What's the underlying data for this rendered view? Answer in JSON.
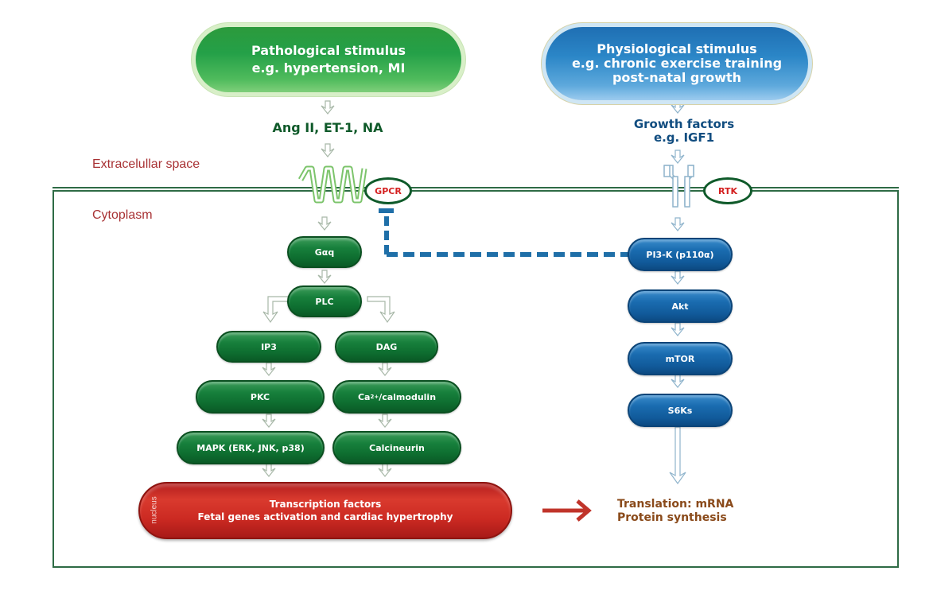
{
  "regions": {
    "extracellular": "Extracelullar space",
    "cytoplasm": "Cytoplasm"
  },
  "pathological": {
    "stimulus_line1": "Pathological stimulus",
    "stimulus_line2": "e.g. hypertension, MI",
    "ligands": "Ang II, ET-1, NA",
    "receptor": "GPCR",
    "nodes": {
      "gaq": "Gαq",
      "plc": "PLC",
      "ip3": "IP3",
      "dag": "DAG",
      "pkc": "PKC",
      "ca_base": "Ca",
      "ca_sup": "2+",
      "ca_rest": " /calmodulin",
      "mapk": "MAPK (ERK, JNK, p38)",
      "calcineurin": "Calcineurin"
    },
    "nucleus": {
      "label": "nucleus",
      "line1": "Transcription factors",
      "line2": "Fetal genes  activation and cardiac hypertrophy"
    }
  },
  "physiological": {
    "stimulus_line1": "Physiological stimulus",
    "stimulus_line2": "e.g. chronic exercise training",
    "stimulus_line3": "post-natal growth",
    "ligand_line1": "Growth factors",
    "ligand_line2": "e.g. IGF1",
    "receptor": "RTK",
    "nodes": {
      "pi3k": "PI3-K (p110α)",
      "akt": "Akt",
      "mtor": "mTOR",
      "s6ks": "S6Ks"
    },
    "outcome_line1": "Translation: mRNA",
    "outcome_line2": "Protein synthesis"
  },
  "colors": {
    "pathway_green": "#0e6e30",
    "pathway_blue": "#115a9a",
    "nucleus_red": "#cc2a22",
    "inhibition_blue": "#1f6fa8",
    "membrane_green": "#2e6b45",
    "receptor_text_red": "#d42020"
  }
}
